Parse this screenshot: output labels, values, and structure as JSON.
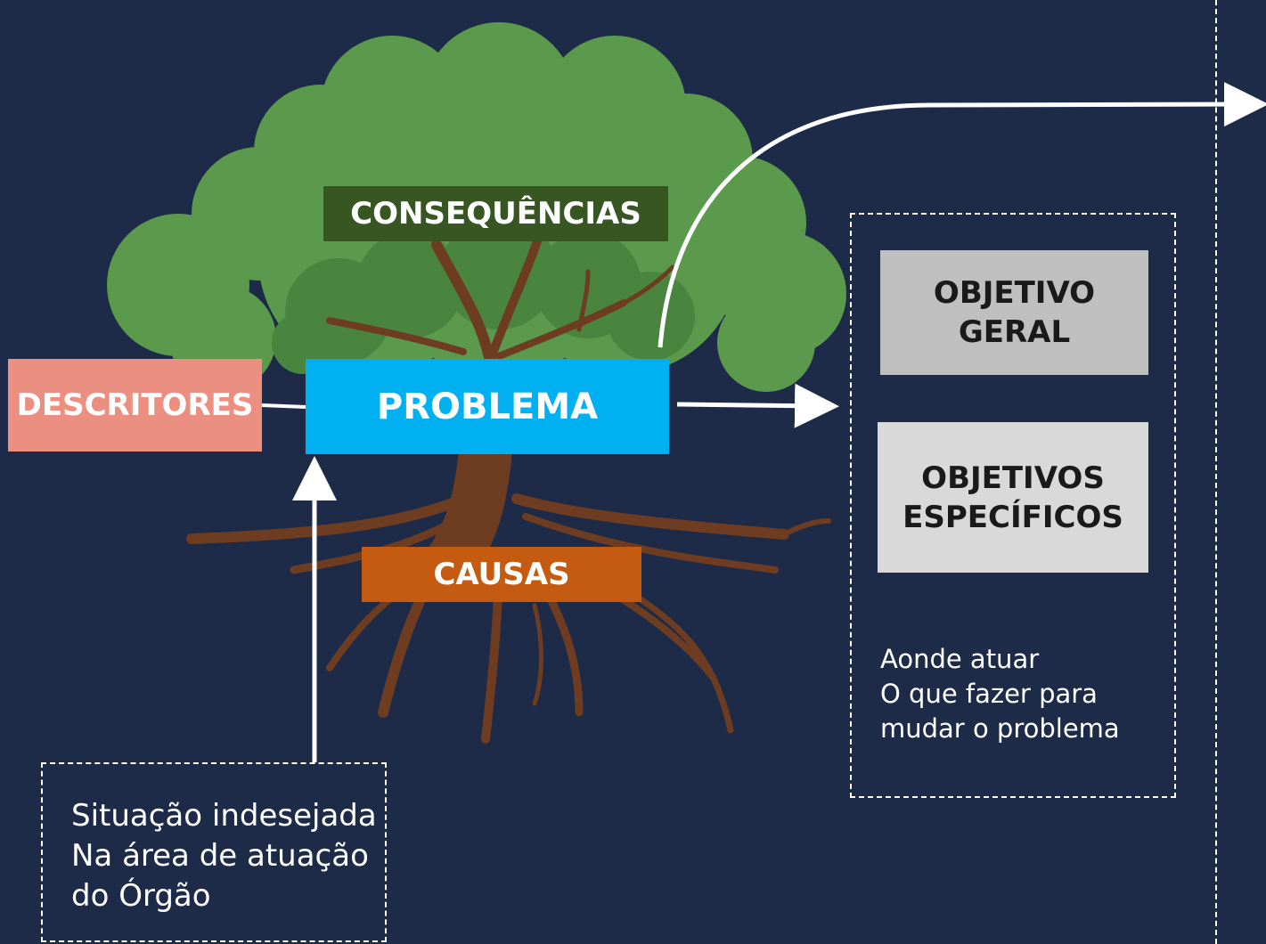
{
  "colors": {
    "background": "#1e2b48",
    "consequencias": "#375622",
    "problema": "#00b0f0",
    "descritores": "#eb8f80",
    "causas": "#c55a11",
    "objetivo_geral": "#bfbfbf",
    "objetivos_especificos": "#d9d9d9",
    "tree_crown": "#5b9a4d",
    "tree_crown_inner": "#4a8540",
    "wood": "#6e3d21"
  },
  "labels": {
    "consequencias": "CONSEQUÊNCIAS",
    "problema": "PROBLEMA",
    "descritores": "DESCRITORES",
    "causas": "CAUSAS",
    "objetivo_geral": "OBJETIVO\nGERAL",
    "objetivos_especificos": "OBJETIVOS\nESPECÍFICOS"
  },
  "notes": {
    "objetivos": "Aonde atuar\nO que fazer para\nmudar o problema",
    "situacao": "Situação indesejada\nNa área de atuação\ndo Órgão"
  },
  "icons": [
    "tree-illustration",
    "arrow-right-icon",
    "arrow-up-icon",
    "curved-arrow-icon"
  ]
}
